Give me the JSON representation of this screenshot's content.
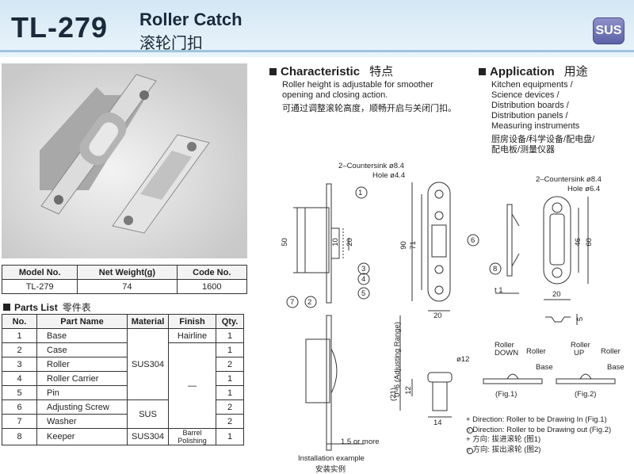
{
  "header": {
    "model": "TL-279",
    "title_en": "Roller Catch",
    "title_cn": "滚轮门扣",
    "badge": "SUS"
  },
  "spec_table": {
    "headers": [
      "Model No.",
      "Net Weight(g)",
      "Code No."
    ],
    "row": [
      "TL-279",
      "74",
      "1600"
    ]
  },
  "parts": {
    "title": "Parts List",
    "title_cn": "零件表",
    "headers": [
      "No.",
      "Part Name",
      "Material",
      "Finish",
      "Qty."
    ],
    "rows": [
      {
        "no": "1",
        "name": "Base",
        "qty": "1"
      },
      {
        "no": "2",
        "name": "Case",
        "qty": "1"
      },
      {
        "no": "3",
        "name": "Roller",
        "qty": "2"
      },
      {
        "no": "4",
        "name": "Roller Carrier",
        "qty": "1"
      },
      {
        "no": "5",
        "name": "Pin",
        "qty": "1"
      },
      {
        "no": "6",
        "name": "Adjusting Screw",
        "qty": "2"
      },
      {
        "no": "7",
        "name": "Washer",
        "qty": "2"
      },
      {
        "no": "8",
        "name": "Keeper",
        "qty": "1"
      }
    ],
    "materials": [
      "SUS304",
      "SUS",
      "SUS304"
    ],
    "finishes": [
      "Hairline",
      "—",
      "Barrel Polishing"
    ]
  },
  "characteristic": {
    "title": "Characteristic",
    "title_cn": "特点",
    "line1": "Roller height is adjustable for smoother",
    "line2": "opening and closing action.",
    "cn": "可通过调整滚轮高度，顺畅开启与关闭门扣。"
  },
  "application": {
    "title": "Application",
    "title_cn": "用途",
    "lines": [
      "Kitchen equipments /",
      "Science devices /",
      "Distribution boards /",
      "Distribution panels /",
      "Measuring instruments"
    ],
    "cn1": "厨房设备/科学设备/配电盘/",
    "cn2": "配电板/测量仪器"
  },
  "drawing": {
    "countersink1": "2–Countersink ø8.4",
    "hole1": "Hole ø4.4",
    "countersink2": "2–Countersink ø8.4",
    "hole2": "Hole ø6.4",
    "d50": "50",
    "d90": "90",
    "d71": "71",
    "d20": "20",
    "d10": "10",
    "d46": "46",
    "d60": "60",
    "d20b": "20",
    "d20c": "20",
    "t1": "t 1",
    "d5": "5",
    "callouts": [
      "1",
      "2",
      "3",
      "4",
      "5",
      "6",
      "7",
      "8"
    ],
    "adjust": "0~6 (Adjusting Range)",
    "d21": "(21)",
    "d12": "12",
    "dia12": "ø12",
    "d14": "14",
    "d15": "1.5 or more",
    "install": "Installation example",
    "install_cn": "安装实例",
    "roller": "Roller",
    "down": "DOWN",
    "up": "UP",
    "base": "Base",
    "fig1": "(Fig.1)",
    "fig2": "(Fig.2)",
    "notes": [
      "+ Direction: Roller to be Drawing In (Fig.1)",
      "○ Direction: Roller to be Drawing out (Fig.2)",
      "+ 方向: 拔进滚轮 (图1)",
      "○ 方向: 拔出滚轮 (图2)"
    ]
  }
}
